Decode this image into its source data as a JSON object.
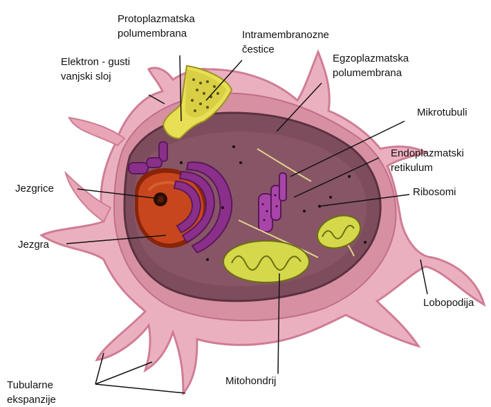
{
  "labels": {
    "protoplazmatska": {
      "line1": "Protoplazmatska",
      "line2": "polumembrana"
    },
    "intramembranozne": {
      "line1": "Intramembranozne",
      "line2": "čestice"
    },
    "elektron": {
      "line1": "Elektron - gusti",
      "line2": "vanjski sloj"
    },
    "egzoplazmatska": {
      "line1": "Egzoplazmatska",
      "line2": "polumembrana"
    },
    "mikrotubuli": "Mikrotubuli",
    "endoplazmatski": {
      "line1": "Endoplazmatski",
      "line2": "retikulum"
    },
    "ribosomi": "Ribosomi",
    "jezgrice": "Jezgrice",
    "jezgra": "Jezgra",
    "lobopodija": "Lobopodija",
    "tubularne": {
      "line1": "Tubularne",
      "line2": "ekspanzije"
    },
    "mitohondrij": "Mitohondrij"
  },
  "colors": {
    "outer_membrane": "#e9a9b8",
    "outer_membrane_dark": "#d47f95",
    "cytoplasm": "#8a5a68",
    "cytoplasm_floor": "#6e4453",
    "nucleus": "#c8461d",
    "nucleus_dark": "#8a2408",
    "organelle_purple": "#8a2f8a",
    "mitochondrion": "#d4d84a",
    "membrane_cut": "#e6e05a",
    "leader_line": "#111111"
  }
}
